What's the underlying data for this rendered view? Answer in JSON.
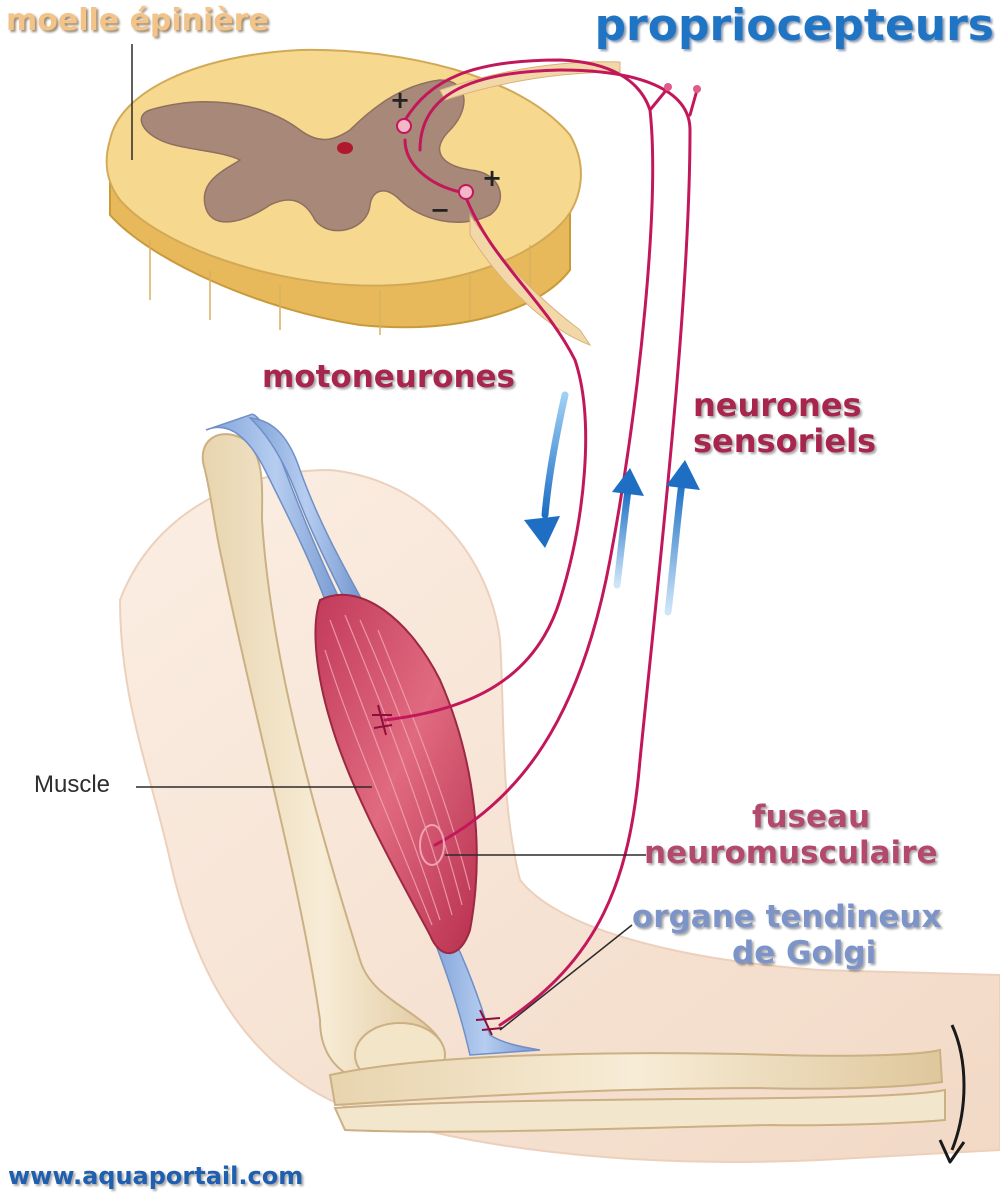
{
  "labels": {
    "spinal_cord": "moelle épinière",
    "proprioceptors": "propriocepteurs",
    "motoneurons": "motoneurones",
    "sensory_line1": "neurones",
    "sensory_line2": "sensoriels",
    "muscle": "Muscle",
    "spindle_line1": "fuseau",
    "spindle_line2": "neuromusculaire",
    "golgi_line1": "organe tendineux",
    "golgi_line2": "de Golgi",
    "website": "www.aquaportail.com"
  },
  "signs": {
    "plus_top": "+",
    "plus_right": "+",
    "minus": "−"
  },
  "colors": {
    "spinal_white_matter": "#f4d489",
    "spinal_gray_matter": "#a8897b",
    "nerve": "#c2185b",
    "muscle": "#d4506a",
    "tendon": "#8fb0e0",
    "bone": "#f1e2c2",
    "skin": "#f6e3d3",
    "arrow": "#2b7fd0"
  },
  "icons": {
    "motor_arrow": "arrow-down-icon",
    "sensory_arrow": "arrow-up-icon",
    "movement_arrow": "curved-arrow-down-icon"
  }
}
